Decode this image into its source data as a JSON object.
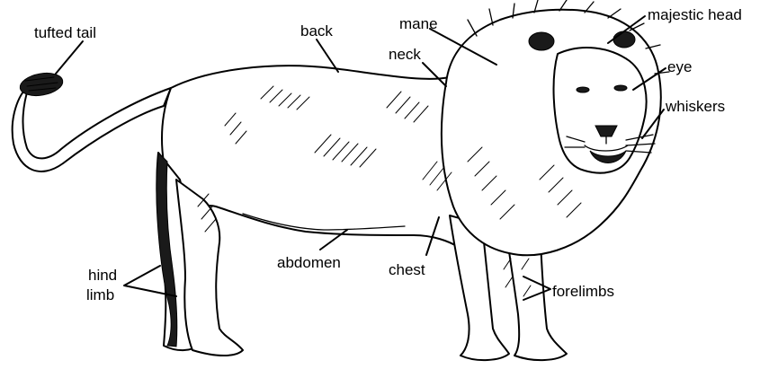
{
  "labels": {
    "tufted_tail": "tufted tail",
    "back": "back",
    "mane": "mane",
    "majestic_head": "majestic head",
    "neck": "neck",
    "eye": "eye",
    "whiskers": "whiskers",
    "hind_limb_line1": "hind",
    "hind_limb_line2": "limb",
    "abdomen": "abdomen",
    "chest": "chest",
    "forelimbs": "forelimbs"
  },
  "colors": {
    "ink": "#000000",
    "paper": "#ffffff"
  }
}
